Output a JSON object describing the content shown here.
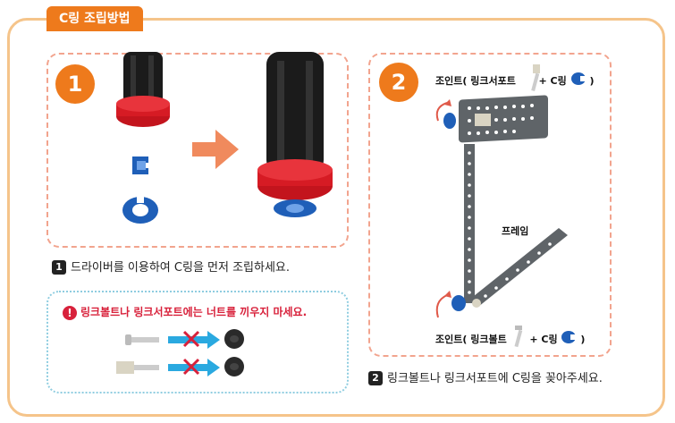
{
  "title": "C링 조립방법",
  "step1": {
    "number": "1",
    "caption_num": "1",
    "caption": "드라이버를 이용하여 C링을 먼저 조립하세요."
  },
  "step2": {
    "number": "2",
    "caption_num": "2",
    "caption": "링크볼트나 링크서포트에 C링을 꽂아주세요.",
    "label_top_a": "조인트( 링크서포트",
    "label_top_b": "+ C링",
    "label_top_c": ")",
    "label_frame": "프레임",
    "label_bottom_a": "조인트( 링크볼트",
    "label_bottom_b": "+ C링",
    "label_bottom_c": ")"
  },
  "warning": {
    "icon": "!",
    "text_a": "링크볼트나 링크서포트에는 ",
    "text_b": "너트",
    "text_c": "를 끼우지 마세요."
  },
  "colors": {
    "accent": "#ee7a1c",
    "border": "#f5c48a",
    "warn": "#d8213b",
    "blue_part": "#1f5fb8",
    "arrow_blue": "#2aa9e0"
  }
}
